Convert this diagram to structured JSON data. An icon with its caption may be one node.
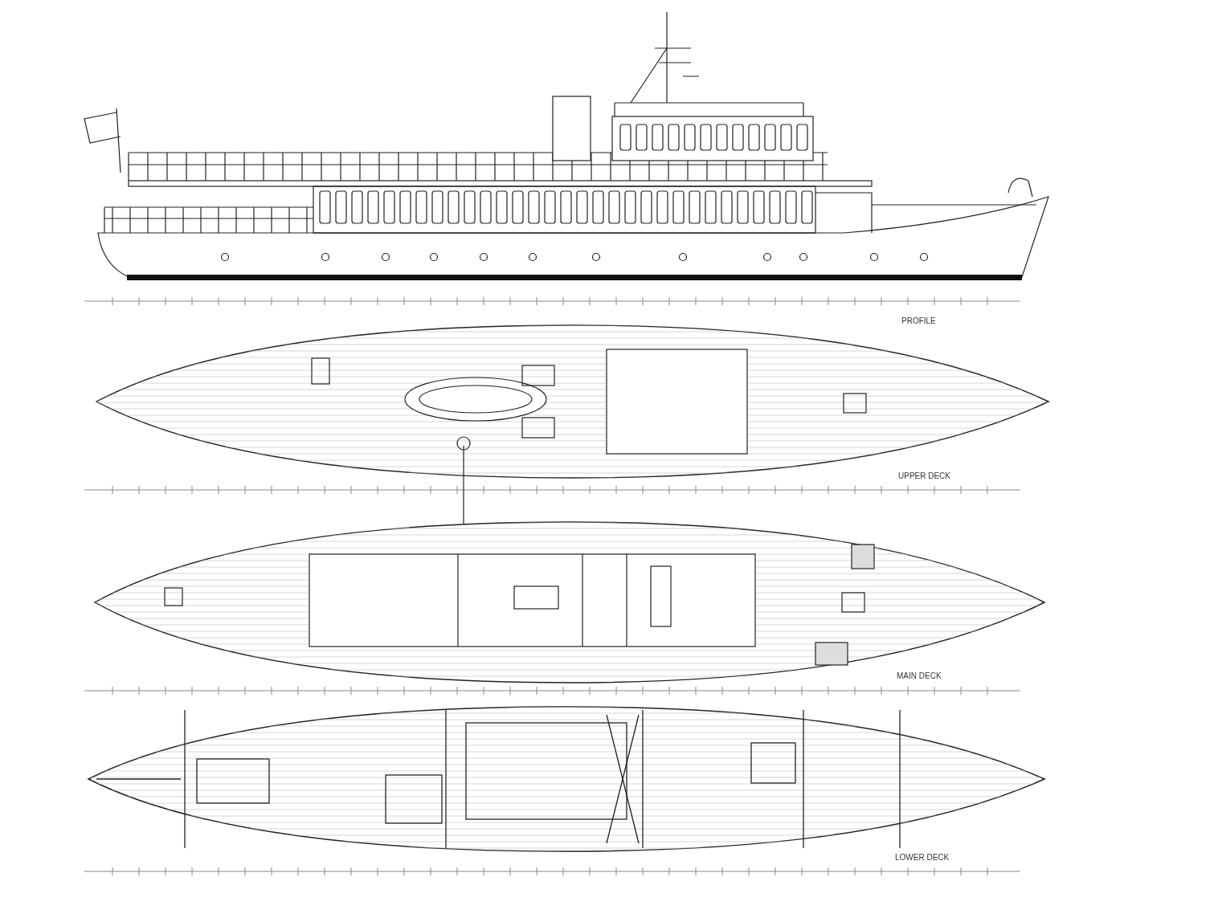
{
  "diagram": {
    "labels": [
      "PROFILE",
      "UPPER DECK",
      "MAIN DECK",
      "LOWER DECK"
    ]
  }
}
